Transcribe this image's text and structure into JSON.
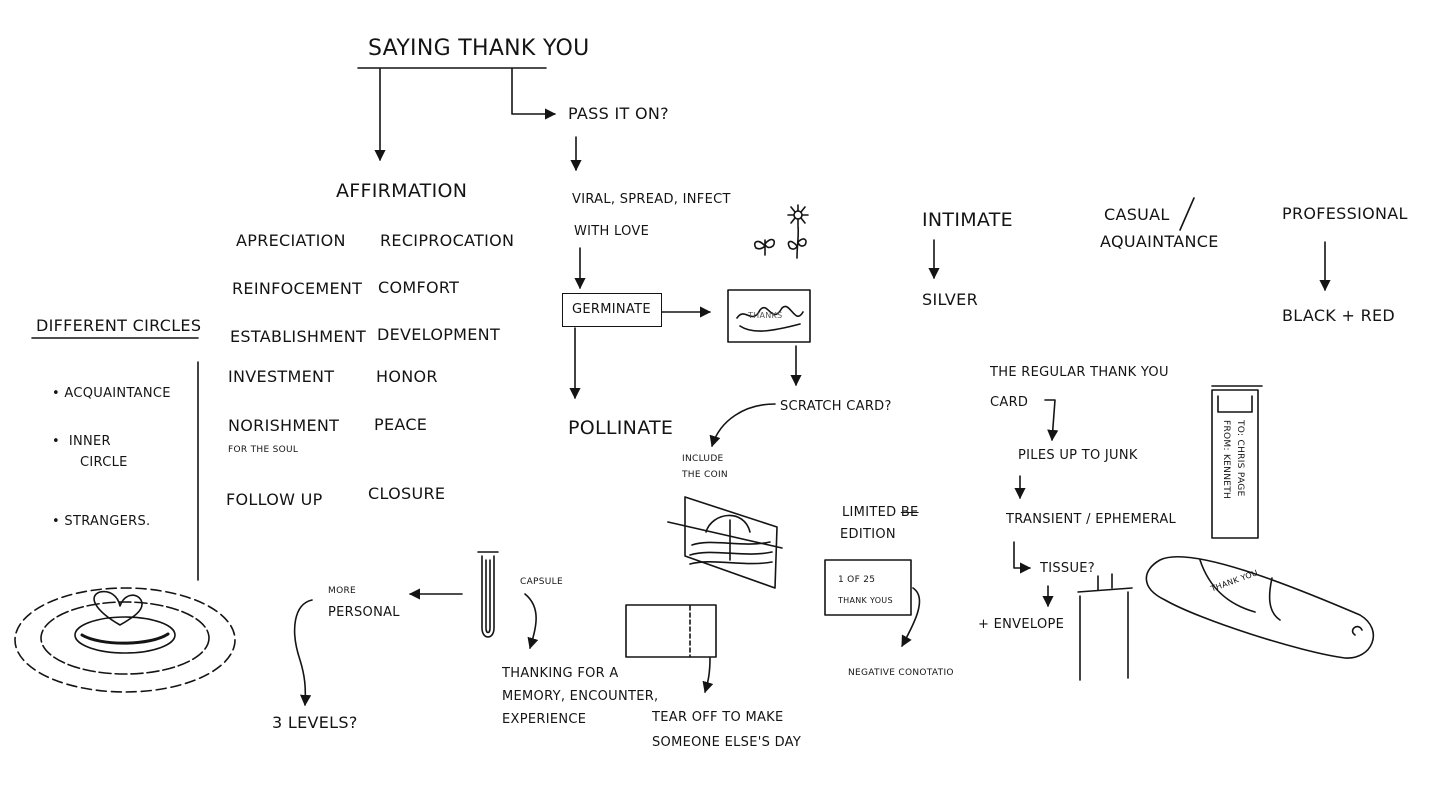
{
  "title": "SAYING THANK YOU",
  "pass_it_on": "PASS IT ON?",
  "affirmation": {
    "heading": "AFFIRMATION",
    "left": [
      "APRECIATION",
      "REINFOCEMENT",
      "ESTABLISHMENT",
      "INVESTMENT",
      "NORISHMENT"
    ],
    "left_sub": "FOR THE SOUL",
    "follow_up": "FOLLOW UP",
    "right": [
      "RECIPROCATION",
      "COMFORT",
      "DEVELOPMENT",
      "HONOR",
      "PEACE",
      "CLOSURE"
    ]
  },
  "circles": {
    "heading": "DIFFERENT CIRCLES",
    "items": [
      "ACQUAINTANCE",
      "INNER",
      "CIRCLE",
      "STRANGERS."
    ]
  },
  "viral": {
    "line1": "VIRAL, SPREAD, INFECT",
    "line2": "WITH LOVE",
    "germinate": "GERMINATE",
    "pollinate": "POLLINATE",
    "card_scribble": "THANKS",
    "scratch_card": "SCRATCH CARD?",
    "include_line1": "INCLUDE",
    "include_line2": "THE COIN"
  },
  "levels": {
    "more_line1": "MORE",
    "more_line2": "PERSONAL",
    "three_levels": "3 LEVELS?",
    "capsule": "CAPSULE",
    "thanking": [
      "THANKING FOR A",
      "MEMORY, ENCOUNTER,",
      "EXPERIENCE"
    ],
    "tear_off": [
      "TEAR OFF TO MAKE",
      "SOMEONE ELSE'S DAY"
    ]
  },
  "limited": {
    "line1": "LIMITED",
    "struck": "BE",
    "line2": "EDITION",
    "card_line1": "1 OF 25",
    "card_line2": "THANK YOUS",
    "negative": "NEGATIVE CONOTATIO"
  },
  "tiers": {
    "intimate": "INTIMATE",
    "silver": "SILVER",
    "casual_line1": "CASUAL",
    "casual_line2": "AQUAINTANCE",
    "professional": "PROFESSIONAL",
    "black_red": "BLACK + RED"
  },
  "regular": {
    "line1": "THE REGULAR THANK YOU",
    "line2": "CARD",
    "piles": "PILES UP TO JUNK",
    "transient": "TRANSIENT / EPHEMERAL",
    "tissue": "TISSUE?",
    "envelope": "+ ENVELOPE",
    "tag_to": "TO: CHRIS PAGE",
    "tag_from": "FROM: KENNETH",
    "roll_label": "THANK YOU"
  }
}
